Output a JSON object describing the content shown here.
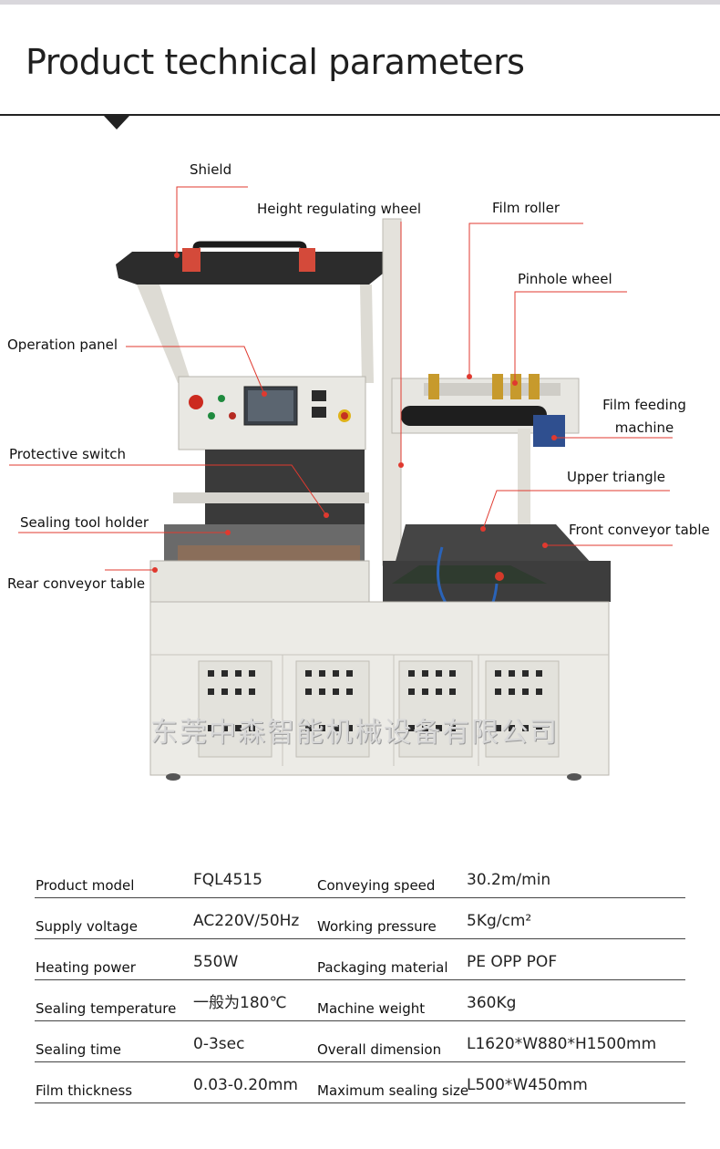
{
  "header": {
    "title": "Product technical parameters"
  },
  "callouts": [
    "Shield",
    "Height regulating wheel",
    "Film roller",
    "Pinhole wheel",
    "Operation panel",
    "Film feeding machine",
    "Protective switch",
    "Upper triangle",
    "Sealing tool holder",
    "Front conveyor table",
    "Rear conveyor table"
  ],
  "watermark": "东莞中森智能机械设备有限公司",
  "colors": {
    "leader_line": "#e0392f",
    "panel_stop": "#cc2a1f",
    "frame": "#ecebe6",
    "tray": "#2d2d2d"
  },
  "specs": [
    {
      "label_a": "Product model",
      "value_a": "FQL4515",
      "label_b": "Conveying speed",
      "value_b": "30.2m/min"
    },
    {
      "label_a": "Supply voltage",
      "value_a": "AC220V/50Hz",
      "label_b": "Working pressure",
      "value_b": "5Kg/cm²"
    },
    {
      "label_a": "Heating power",
      "value_a": "550W",
      "label_b": "Packaging material",
      "value_b": "PE OPP POF"
    },
    {
      "label_a": "Sealing temperature",
      "value_a": "一般为180℃",
      "label_b": "Machine weight",
      "value_b": "360Kg"
    },
    {
      "label_a": "Sealing time",
      "value_a": "0-3sec",
      "label_b": "Overall dimension",
      "value_b": "L1620*W880*H1500mm"
    },
    {
      "label_a": "Film thickness",
      "value_a": "0.03-0.20mm",
      "label_b": "Maximum sealing size",
      "value_b": "L500*W450mm"
    }
  ]
}
